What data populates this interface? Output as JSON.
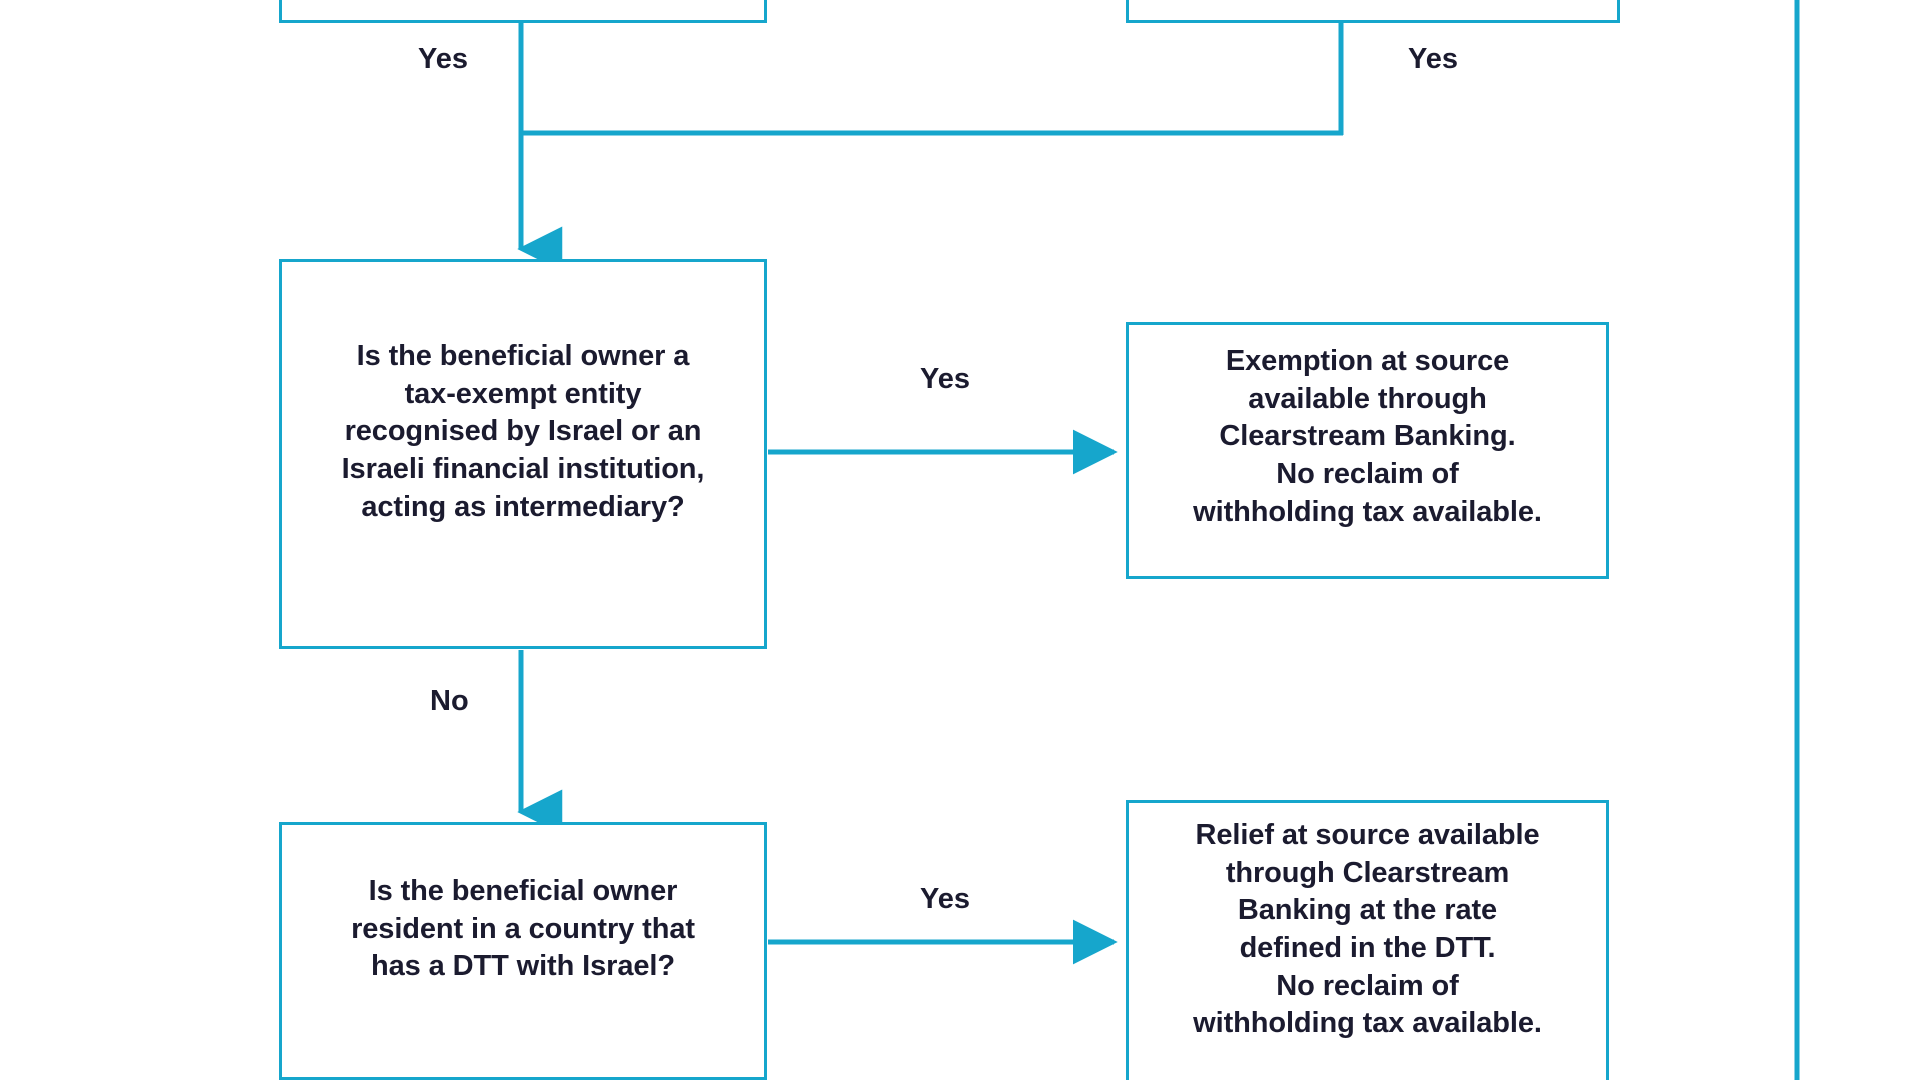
{
  "diagram": {
    "title": "Israel withholding tax relief decision flowchart",
    "accent_color": "#16A6CC",
    "text_color": "#1B1B2F",
    "background_color": "#FFFFFF"
  },
  "nodes": {
    "top_left": {
      "text": ""
    },
    "top_right": {
      "text": ""
    },
    "decision_exempt": {
      "text": "Is the beneficial owner a\ntax-exempt entity\nrecognised by Israel or an\nIsraeli financial institution,\nacting as intermediary?",
      "type": "decision"
    },
    "outcome_exemption": {
      "text": "Exemption at source\navailable through\nClearstream Banking.\nNo reclaim of\nwithholding tax available.",
      "type": "outcome"
    },
    "decision_dtt": {
      "text": "Is the beneficial owner\nresident in a country that\nhas a DTT with Israel?",
      "type": "decision"
    },
    "outcome_relief": {
      "text": "Relief at source available\nthrough Clearstream\nBanking at the rate\ndefined in the DTT.\nNo reclaim of\nwithholding tax available.",
      "type": "outcome"
    }
  },
  "edges": {
    "yes_top_left": {
      "label": "Yes"
    },
    "yes_top_right": {
      "label": "Yes"
    },
    "yes_exemption": {
      "label": "Yes"
    },
    "no_exempt": {
      "label": "No"
    },
    "yes_dtt": {
      "label": "Yes"
    }
  }
}
